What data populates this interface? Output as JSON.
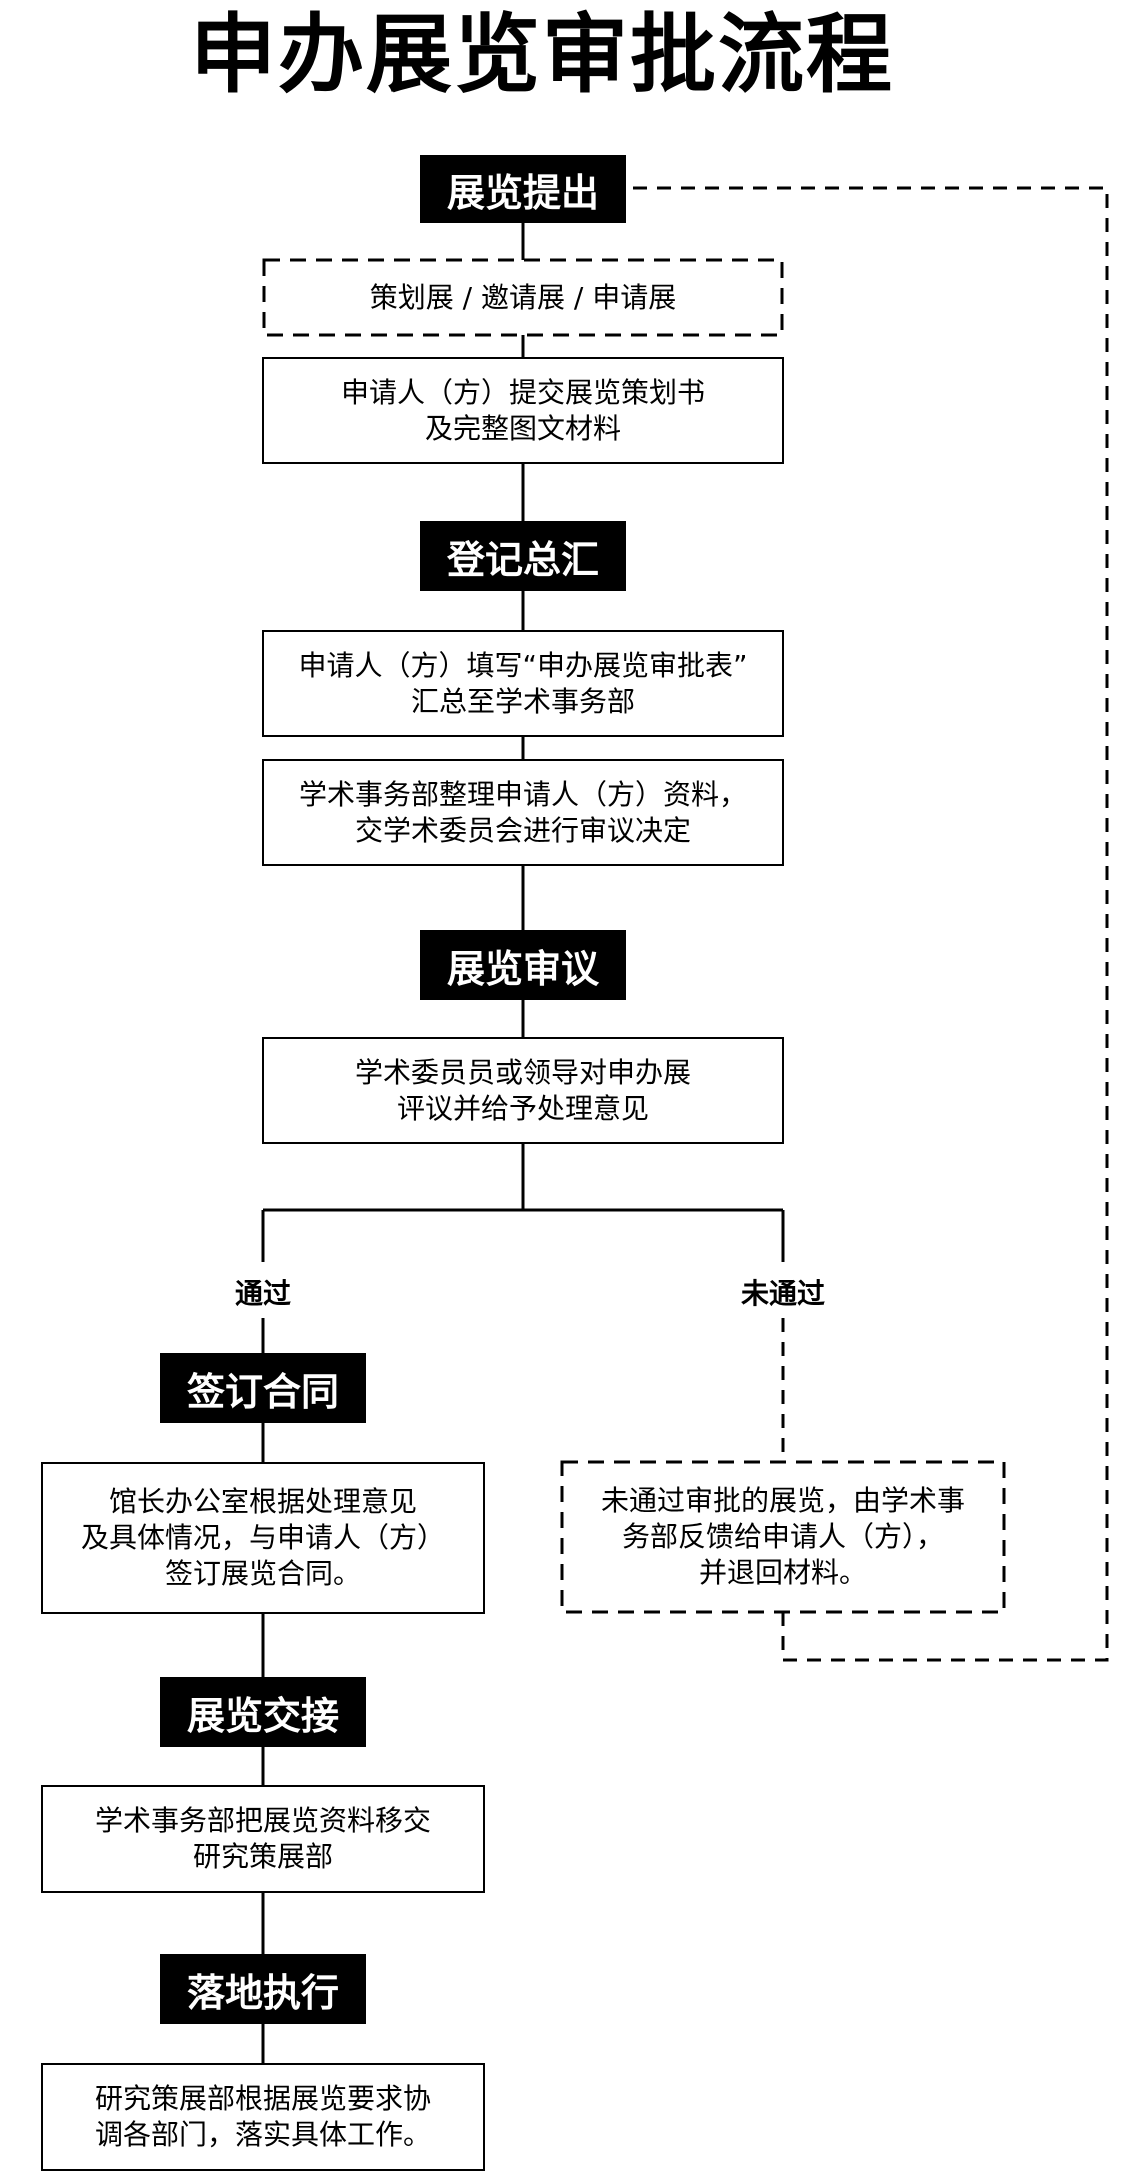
{
  "title": "申办展览审批流程",
  "stages": {
    "submit": "展览提出",
    "register": "登记总汇",
    "review": "展览审议",
    "contract": "签订合同",
    "handover": "展览交接",
    "execute": "落地执行"
  },
  "boxes": {
    "types": [
      "策划展 / 邀请展 / 申请展"
    ],
    "submit_material": [
      "申请人（方）提交展览策划书",
      "及完整图文材料"
    ],
    "fill_form": [
      "申请人（方）填写“申办展览审批表”",
      "汇总至学术事务部"
    ],
    "organize": [
      "学术事务部整理申请人（方）资料，",
      "交学术委员会进行审议决定"
    ],
    "committee": [
      "学术委员员或领导对申办展",
      "评议并给予处理意见"
    ],
    "sign_contract": [
      "馆长办公室根据处理意见",
      "及具体情况，与申请人（方）",
      "签订展览合同。"
    ],
    "rejected": [
      "未通过审批的展览，由学术事",
      "务部反馈给申请人（方），",
      "并退回材料。"
    ],
    "transfer": [
      "学术事务部把展览资料移交",
      "研究策展部"
    ],
    "implement": [
      "研究策展部根据展览要求协",
      "调各部门，落实具体工作。"
    ]
  },
  "branches": {
    "pass": "通过",
    "fail": "未通过"
  }
}
